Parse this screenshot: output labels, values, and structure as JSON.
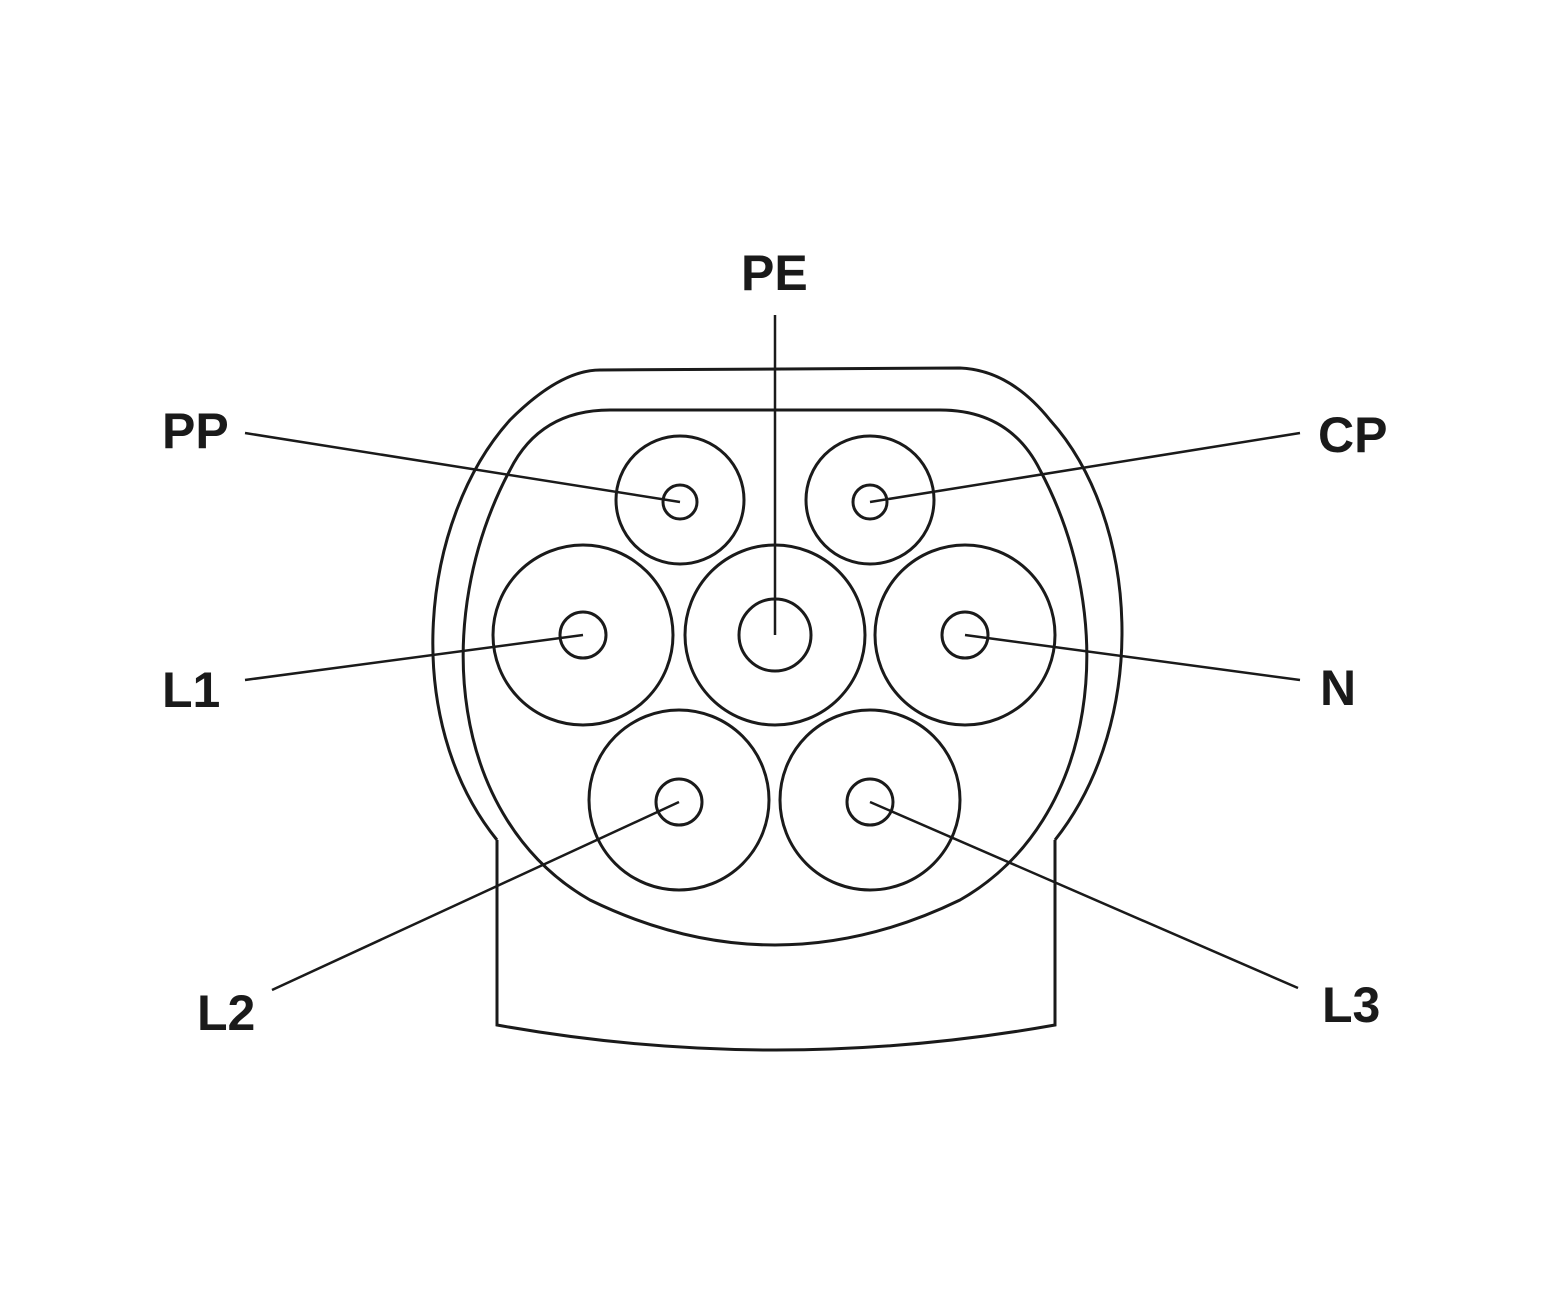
{
  "diagram": {
    "title": "",
    "type": "connector-pinout",
    "pins": [
      {
        "id": "PE",
        "label": "PE"
      },
      {
        "id": "PP",
        "label": "PP"
      },
      {
        "id": "CP",
        "label": "CP"
      },
      {
        "id": "L1",
        "label": "L1"
      },
      {
        "id": "N",
        "label": "N"
      },
      {
        "id": "L2",
        "label": "L2"
      },
      {
        "id": "L3",
        "label": "L3"
      }
    ],
    "colors": {
      "line": "#1a1a1a",
      "background": "#ffffff"
    }
  }
}
